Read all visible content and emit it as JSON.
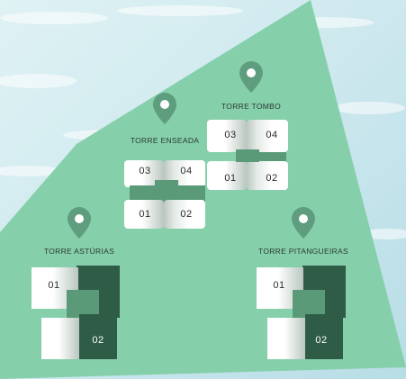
{
  "colors": {
    "sky": "#cfe9ee",
    "land": "#85cfab",
    "pin": "#5e9d7e",
    "dark_unit": "#2f5c47",
    "mid_unit": "#5a9a79"
  },
  "towers": {
    "tombo": {
      "name": "TORRE TOMBO",
      "units": [
        "03",
        "04",
        "01",
        "02"
      ]
    },
    "enseada": {
      "name": "TORRE ENSEADA",
      "units": [
        "03",
        "04",
        "01",
        "02"
      ]
    },
    "asturias": {
      "name": "TORRE ASTÚRIAS",
      "units": [
        "01",
        "02"
      ]
    },
    "pitangueiras": {
      "name": "TORRE PITANGUEIRAS",
      "units": [
        "01",
        "02"
      ]
    }
  }
}
